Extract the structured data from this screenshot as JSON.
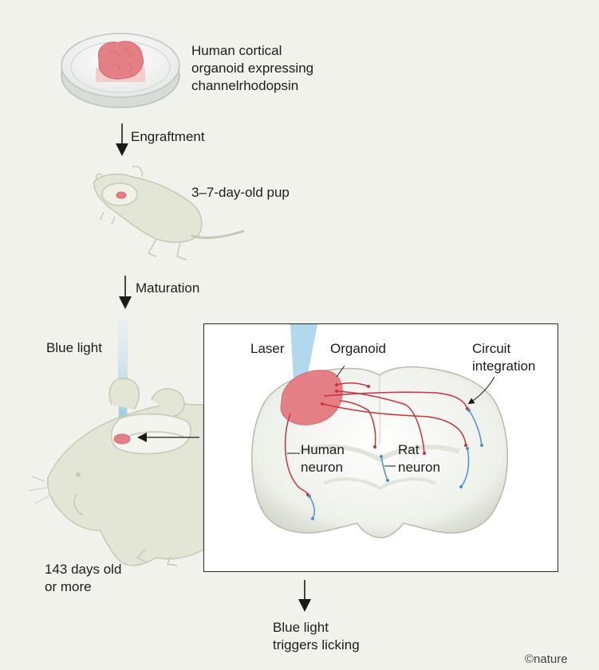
{
  "labels": {
    "organoid_dish": "Human cortical organoid expressing channelrhodopsin",
    "organoid_dish_lines": [
      "Human cortical",
      "organoid expressing",
      "channelrhodopsin"
    ],
    "engraftment": "Engraftment",
    "pup_age": "3–7-day-old pup",
    "maturation": "Maturation",
    "blue_light": "Blue light",
    "adult_age_lines": [
      "143 days old",
      "or more"
    ],
    "inset_laser": "Laser",
    "inset_organoid": "Organoid",
    "inset_circuit_lines": [
      "Circuit",
      "integration"
    ],
    "inset_human_neuron_lines": [
      "Human",
      "neuron"
    ],
    "inset_rat_neuron_lines": [
      "Rat",
      "neuron"
    ],
    "outcome_lines": [
      "Blue light",
      "triggers licking"
    ],
    "credit": "©nature"
  },
  "colors": {
    "background": "#f2f2ed",
    "organoid": "#e57f86",
    "human_neuron": "#c8323a",
    "rat_neuron": "#4a8fd0",
    "laser": "#a8d4ea",
    "animal_fill": "#e3e6d6",
    "animal_stroke": "#c5c9b4"
  }
}
